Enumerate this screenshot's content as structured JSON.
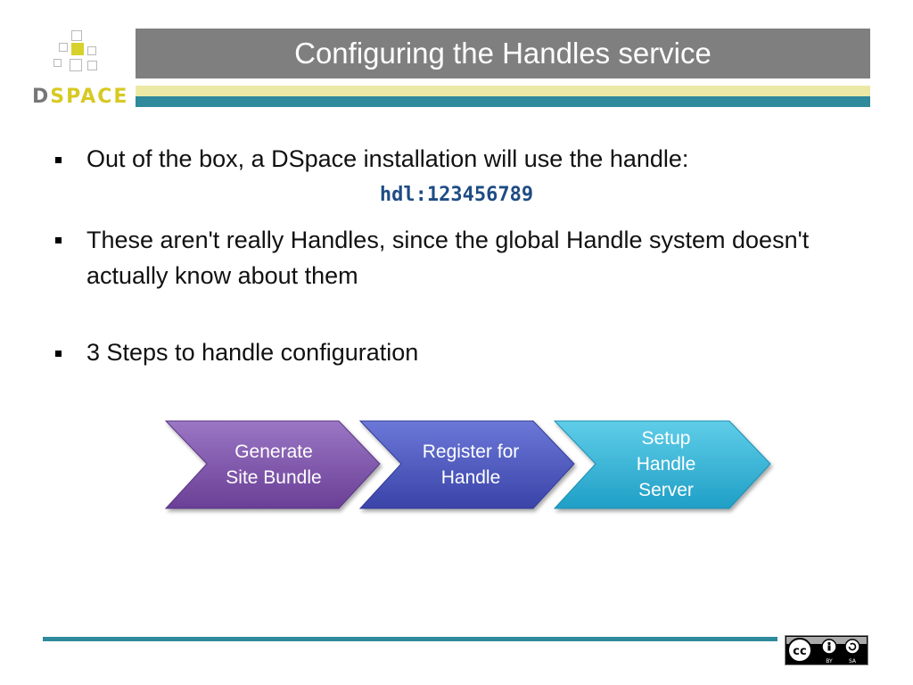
{
  "logo": {
    "letter_d": "D",
    "rest": "SPACE"
  },
  "slide": {
    "title": "Configuring the Handles service",
    "bullets": [
      "Out of the box, a DSpace installation will use the handle:",
      "These aren't really Handles, since the global Handle system doesn't actually know about them",
      "3 Steps to handle configuration"
    ],
    "code": "hdl:123456789"
  },
  "process": {
    "steps": [
      {
        "label_lines": [
          "Generate",
          "Site Bundle"
        ],
        "color": "#7b4fa6"
      },
      {
        "label_lines": [
          "Register for",
          "Handle"
        ],
        "color": "#4a56c0"
      },
      {
        "label_lines": [
          "Setup",
          "Handle",
          "Server"
        ],
        "color": "#2eb2d6"
      }
    ]
  },
  "license": {
    "badge": "CC BY SA",
    "by": "BY",
    "sa": "SA"
  },
  "colors": {
    "title_bar": "#7f7f7f",
    "accent_teal": "#2f8a9b",
    "accent_yellow": "#ece9a6",
    "logo_yellow": "#d7c923"
  }
}
